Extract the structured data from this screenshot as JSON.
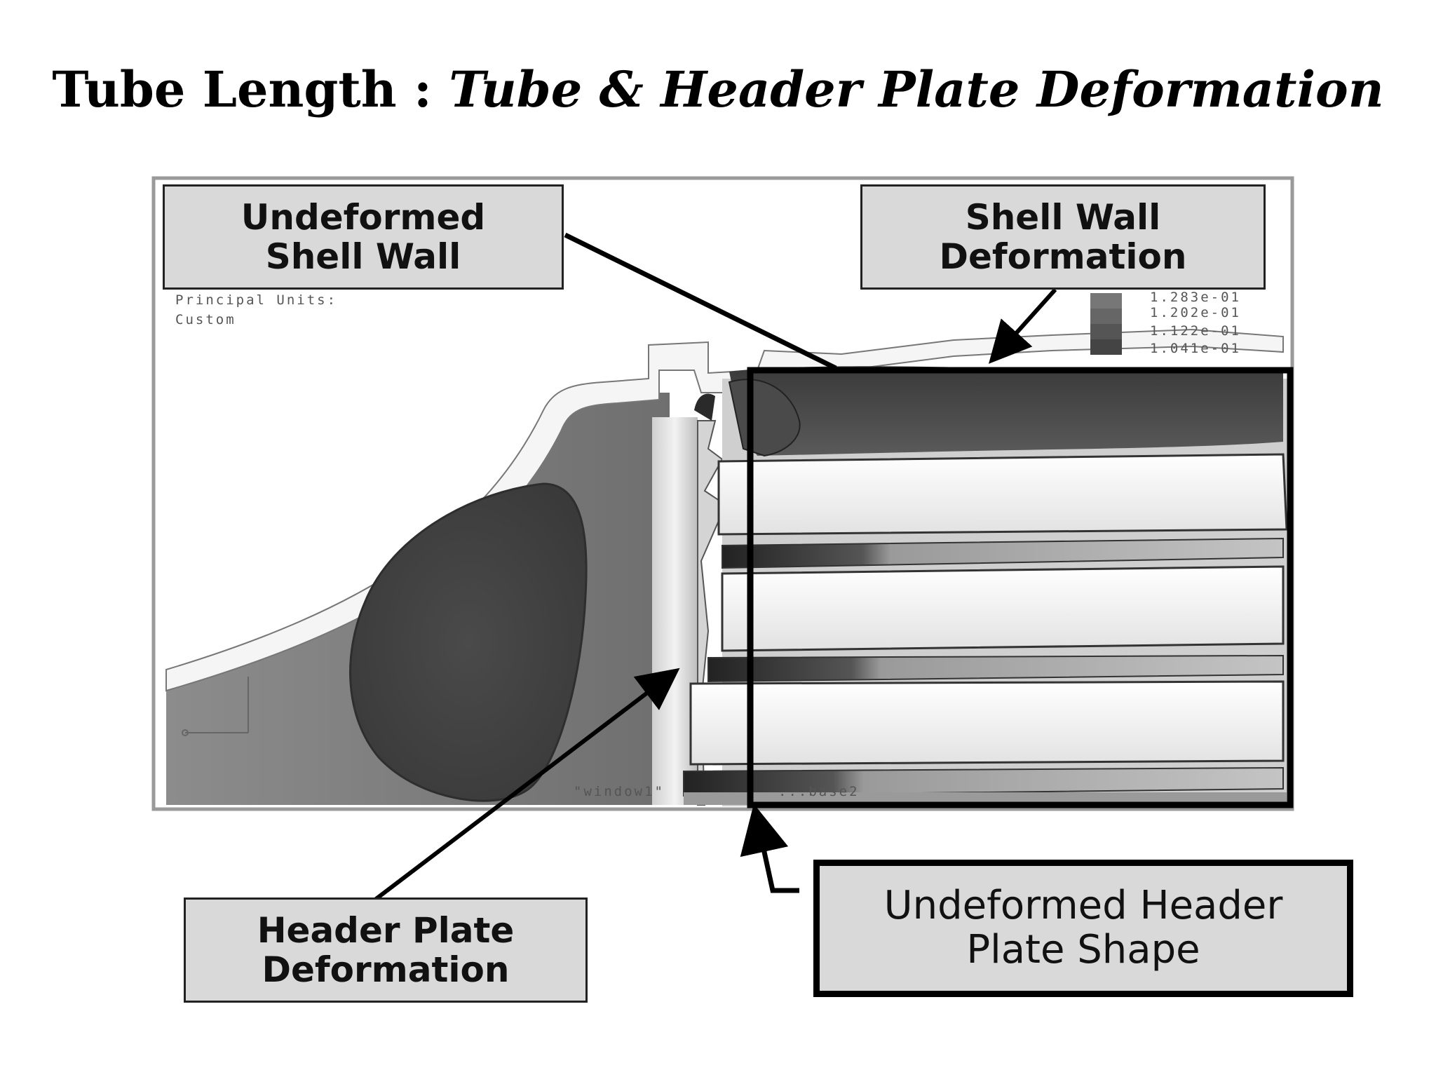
{
  "title": {
    "main": "Tube Length :",
    "sub": "Tube & Header Plate Deformation"
  },
  "viewport": {
    "units_line1": "Principal Units:",
    "units_line2": "Custom",
    "legend_values": [
      "1.283e-01",
      "1.202e-01",
      "1.122e-01",
      "1.041e-01"
    ],
    "footer_text": "\"window1\"",
    "footer_text2": "...base2"
  },
  "callouts": {
    "undeformed_shell_wall": [
      "Undeformed",
      "Shell Wall"
    ],
    "shell_wall_deformation": [
      "Shell Wall",
      "Deformation"
    ],
    "header_plate_deformation": [
      "Header Plate",
      "Deformation"
    ],
    "undeformed_header_plate_shape": [
      "Undeformed Header",
      "Plate Shape"
    ]
  }
}
